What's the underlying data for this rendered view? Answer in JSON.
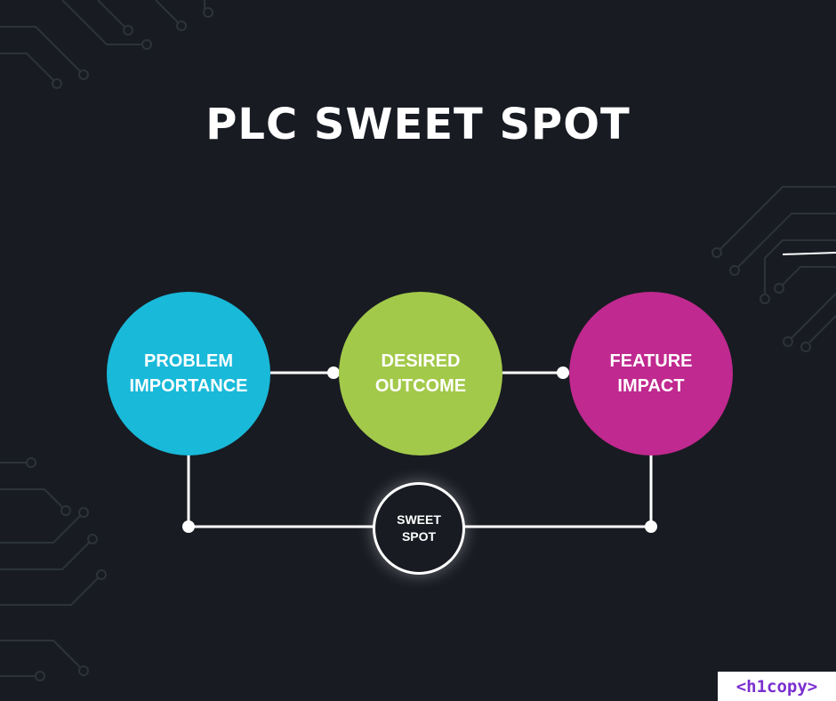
{
  "title": "PLC SWEET SPOT",
  "nodes": [
    {
      "id": "problem-importance",
      "line1": "PROBLEM",
      "line2": "IMPORTANCE",
      "color": "#19b9d9"
    },
    {
      "id": "desired-outcome",
      "line1": "DESIRED",
      "line2": "OUTCOME",
      "color": "#a3c94a"
    },
    {
      "id": "feature-impact",
      "line1": "FEATURE",
      "line2": "IMPACT",
      "color": "#c0298f"
    }
  ],
  "center": {
    "line1": "SWEET",
    "line2": "SPOT"
  },
  "brand": "<h1copy>",
  "colors": {
    "background": "#181b22",
    "connector": "#ffffff",
    "circuit": "#2d323b",
    "brand_text": "#7b2fd0"
  }
}
